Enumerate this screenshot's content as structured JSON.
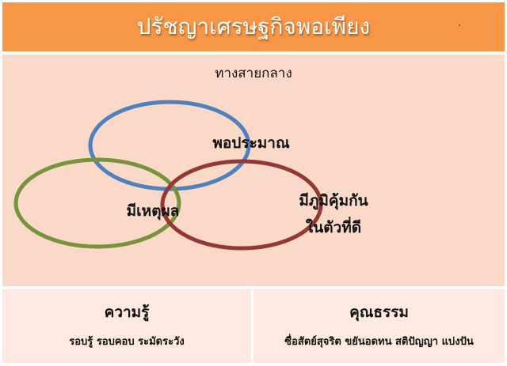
{
  "header": {
    "title": "ปรัชญาเศรษฐกิจพอเพียง",
    "background": "#f79646"
  },
  "main": {
    "subtitle": "ทางสายกลาง",
    "background": "#fbd9c9",
    "circles": [
      {
        "label": "พอประมาณ",
        "color": "#4f81bd"
      },
      {
        "label": "มีเหตุผล",
        "color": "#77933c"
      },
      {
        "label_line1": "มีภูมิคุ้มกัน",
        "label_line2": "ในตัวที่ดี",
        "color": "#953735"
      }
    ]
  },
  "bottom": {
    "left": {
      "title": "ความรู้",
      "text": "รอบรู้ รอบคอบ ระมัดระวัง"
    },
    "right": {
      "title": "คุณธรรม",
      "text": "ซื่อสัตย์สุจริต ขยันอดทน สติปัญญา แบ่งปัน"
    }
  }
}
